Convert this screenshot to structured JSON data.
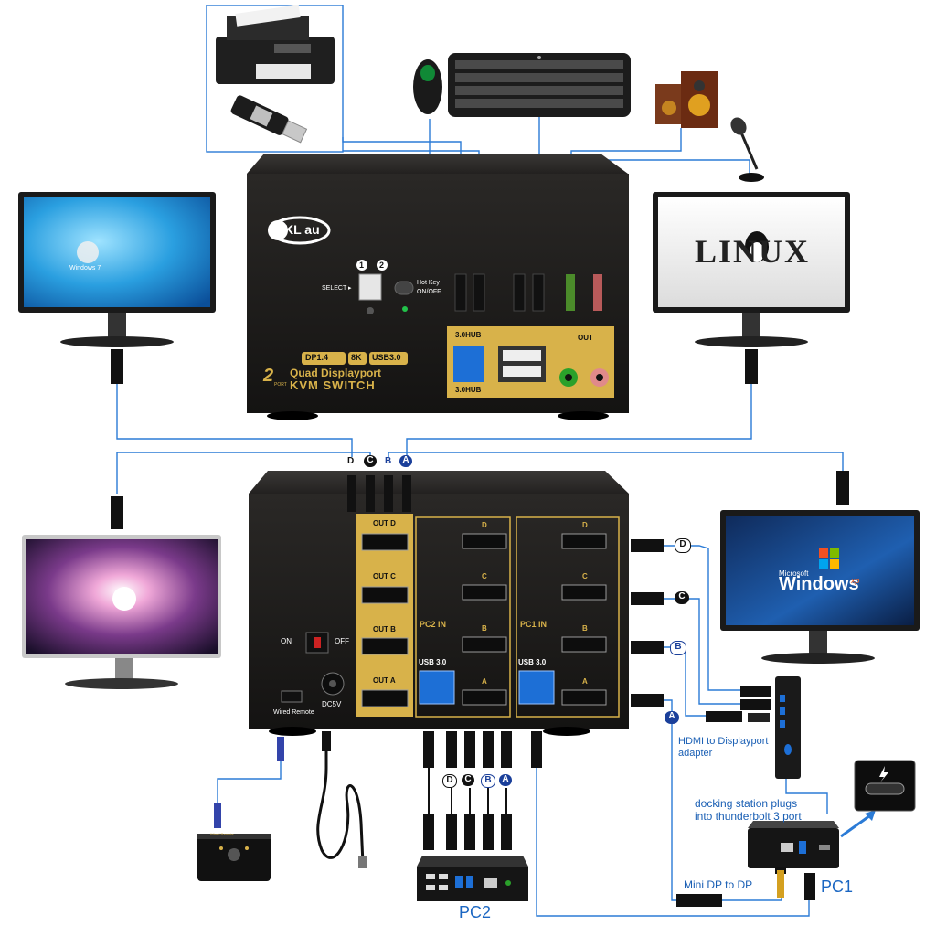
{
  "colors": {
    "cable": "#2b7bd6",
    "box": "#1e1c1a",
    "gold": "#d8b24a",
    "usb_blue": "#1d6fd6"
  },
  "top_switch": {
    "brand": "KL au",
    "select_label": "SELECT ▸",
    "port_numbers": [
      "1",
      "2"
    ],
    "hotkey_label": "Hot Key",
    "hotkey_label2": "ON/OFF",
    "spec_badges": [
      "DP1.4",
      "8K",
      "USB3.0"
    ],
    "product_line1": "Quad Displayport",
    "product_line2": "KVM SWITCH",
    "port_count": "2",
    "port_word": "PORT",
    "hub_top": "3.0HUB",
    "hub_bottom": "3.0HUB",
    "out_label": "OUT"
  },
  "rear_panel": {
    "out_labels": [
      "OUT D",
      "OUT C",
      "OUT B",
      "OUT A"
    ],
    "on_label": "ON",
    "off_label": "OFF",
    "remote_label": "Wired Remote",
    "power_label": "DC5V",
    "pc2_in": "PC2 IN",
    "pc1_in": "PC1 IN",
    "usb30": "USB 3.0",
    "port_letters": [
      "D",
      "C",
      "B",
      "A"
    ]
  },
  "monitors": {
    "top_left_text": "Windows 7",
    "top_right_text": "LINUX",
    "right_text_brand": "Microsoft",
    "right_text": "Windows",
    "right_text_suffix": "xp"
  },
  "letter_tags": [
    "D",
    "C",
    "B",
    "A"
  ],
  "labels": {
    "hdmi_adapter_1": "HDMI to Displayport",
    "hdmi_adapter_2": "adapter",
    "docking_1": "docking station plugs",
    "docking_2": "into thunderbolt 3 port",
    "minidp": "Mini DP to DP",
    "pc1": "PC1",
    "pc2": "PC2",
    "remote_mini": "Wired Remote"
  }
}
